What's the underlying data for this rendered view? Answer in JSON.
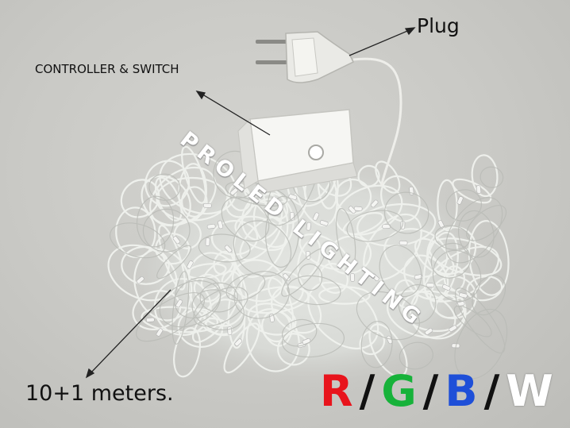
{
  "labels": {
    "plug": "Plug",
    "controller": "CONTROLLER &  SWITCH",
    "length": "10+1 meters."
  },
  "watermark": "PROLED LIGHTING",
  "colors_row": {
    "letters": [
      "R",
      "G",
      "B",
      "W"
    ],
    "separator": "/",
    "letter_colors": [
      "#e8141c",
      "#17b23a",
      "#1e4fd8",
      "#ffffff"
    ],
    "separator_color": "#111111"
  }
}
